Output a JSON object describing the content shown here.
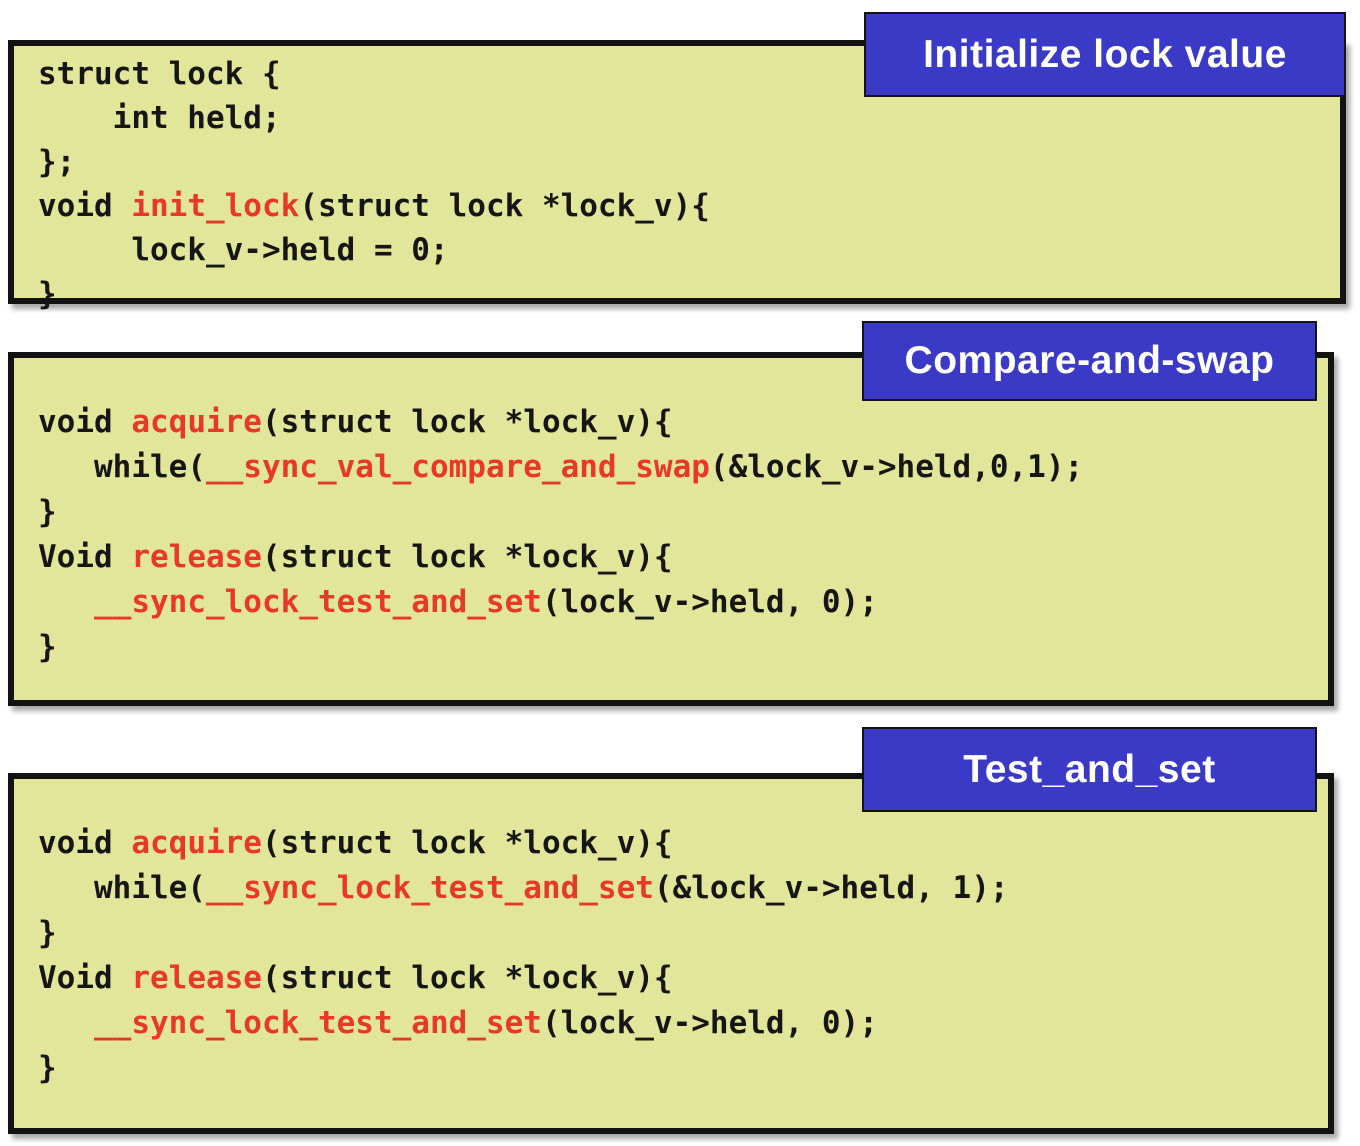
{
  "slide": {
    "background": "#ffffff",
    "colors": {
      "box_fill": "#e1e69b",
      "box_border": "#121212",
      "caption_bg": "#3a3ac6",
      "caption_text": "#ffffff",
      "code_text": "#161616",
      "code_highlight": "#e8382c"
    }
  },
  "sections": [
    {
      "label": "Initialize lock value",
      "lines": [
        [
          {
            "text": "struct lock {",
            "red": false
          }
        ],
        [
          {
            "text": "    int held;",
            "red": false
          }
        ],
        [
          {
            "text": "};",
            "red": false
          }
        ],
        [
          {
            "text": "void ",
            "red": false
          },
          {
            "text": "init_lock",
            "red": true
          },
          {
            "text": "(struct lock *lock_v){",
            "red": false
          }
        ],
        [
          {
            "text": "     lock_v->held = 0;",
            "red": false
          }
        ],
        [
          {
            "text": "}",
            "red": false
          }
        ]
      ]
    },
    {
      "label": "Compare-and-swap",
      "lines": [
        [
          {
            "text": "void ",
            "red": false
          },
          {
            "text": "acquire",
            "red": true
          },
          {
            "text": "(struct lock *lock_v){",
            "red": false
          }
        ],
        [
          {
            "text": "   while(",
            "red": false
          },
          {
            "text": "__sync_val_compare_and_swap",
            "red": true
          },
          {
            "text": "(&lock_v->held,0,1);",
            "red": false
          }
        ],
        [
          {
            "text": "}",
            "red": false
          }
        ],
        [
          {
            "text": "Void ",
            "red": false
          },
          {
            "text": "release",
            "red": true
          },
          {
            "text": "(struct lock *lock_v){",
            "red": false
          }
        ],
        [
          {
            "text": "   ",
            "red": false
          },
          {
            "text": "__sync_lock_test_and_set",
            "red": true
          },
          {
            "text": "(lock_v->held, 0);",
            "red": false
          }
        ],
        [
          {
            "text": "}",
            "red": false
          }
        ]
      ]
    },
    {
      "label": "Test_and_set",
      "lines": [
        [
          {
            "text": "void ",
            "red": false
          },
          {
            "text": "acquire",
            "red": true
          },
          {
            "text": "(struct lock *lock_v){",
            "red": false
          }
        ],
        [
          {
            "text": "   while(",
            "red": false
          },
          {
            "text": "__sync_lock_test_and_set",
            "red": true
          },
          {
            "text": "(&lock_v->held, 1);",
            "red": false
          }
        ],
        [
          {
            "text": "}",
            "red": false
          }
        ],
        [
          {
            "text": "Void ",
            "red": false
          },
          {
            "text": "release",
            "red": true
          },
          {
            "text": "(struct lock *lock_v){",
            "red": false
          }
        ],
        [
          {
            "text": "   ",
            "red": false
          },
          {
            "text": "__sync_lock_test_and_set",
            "red": true
          },
          {
            "text": "(lock_v->held, 0);",
            "red": false
          }
        ],
        [
          {
            "text": "}",
            "red": false
          }
        ]
      ]
    }
  ]
}
